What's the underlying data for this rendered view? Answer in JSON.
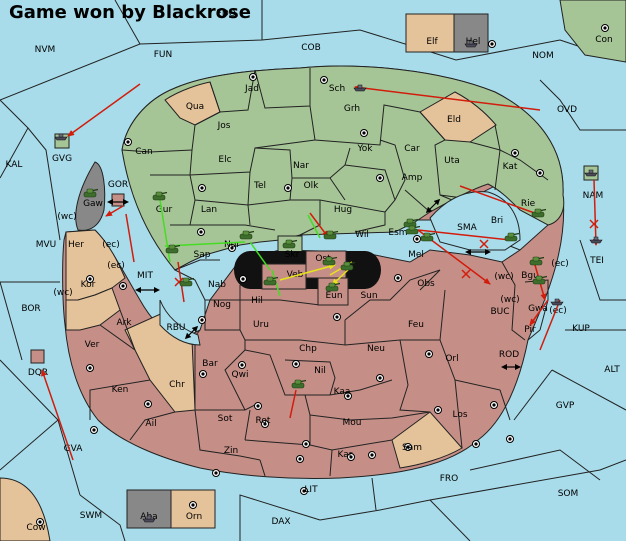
{
  "title": "Game won by Blackrose",
  "colors": {
    "sea": "#a8dcea",
    "green": "#a6c597",
    "red": "#c58f87",
    "tan": "#e5c39a",
    "gray": "#888888",
    "border": "#222222",
    "black": "#111111",
    "move_red": "#d21c0c",
    "move_green": "#44dd22",
    "move_yellow": "#e6e41a"
  },
  "sea_labels": [
    "EDO",
    "NVM",
    "FUN",
    "COB",
    "NOM",
    "KAL",
    "OVD",
    "MVU",
    "BOR",
    "KUP",
    "ALT",
    "GVP",
    "FRO",
    "SOM",
    "GVA",
    "SWM",
    "LIT",
    "DAX",
    "MIT",
    "SMA",
    "RBU",
    "BUC",
    "ROD"
  ],
  "land_labels": [
    "Con",
    "Elf",
    "Hel",
    "Jad",
    "Sch",
    "Qua",
    "Grh",
    "Eld",
    "Jos",
    "Can",
    "Yok",
    "Car",
    "Uta",
    "Kat",
    "Elc",
    "Nar",
    "Tel",
    "Olk",
    "Amp",
    "GVG",
    "Gur",
    "Lan",
    "Hug",
    "Rie",
    "Wil",
    "Esm",
    "Nor",
    "Skr",
    "Bri",
    "Sap",
    "Ost",
    "Mel",
    "Gaw",
    "GOR",
    "Her",
    "Veb",
    "Obs",
    "Kor",
    "Nab",
    "Hil",
    "Eun",
    "Sun",
    "Bgu",
    "Gwa",
    "Pir",
    "TEI",
    "Nog",
    "Uru",
    "Feu",
    "Ark",
    "Ver",
    "Bar",
    "Chp",
    "Neu",
    "Orl",
    "Qwi",
    "Nil",
    "Chr",
    "Ken",
    "Kaa",
    "Sot",
    "Rot",
    "Mou",
    "Los",
    "Ail",
    "Zin",
    "Kar",
    "Sam",
    "DQR",
    "NAM",
    "Aba",
    "Orn",
    "Cow"
  ],
  "coast_tags": [
    "(wc)",
    "(ec)",
    "(ec)",
    "(wc)",
    "(wc)",
    "(ec)",
    "(wc)",
    "(ec)"
  ],
  "units": [
    "army",
    "army",
    "army",
    "army",
    "army",
    "army",
    "army",
    "army",
    "army",
    "army",
    "army",
    "army",
    "army",
    "army",
    "army",
    "army",
    "army",
    "army",
    "army",
    "fleet",
    "fleet",
    "fleet",
    "fleet",
    "fleet",
    "fleet",
    "fleet"
  ]
}
